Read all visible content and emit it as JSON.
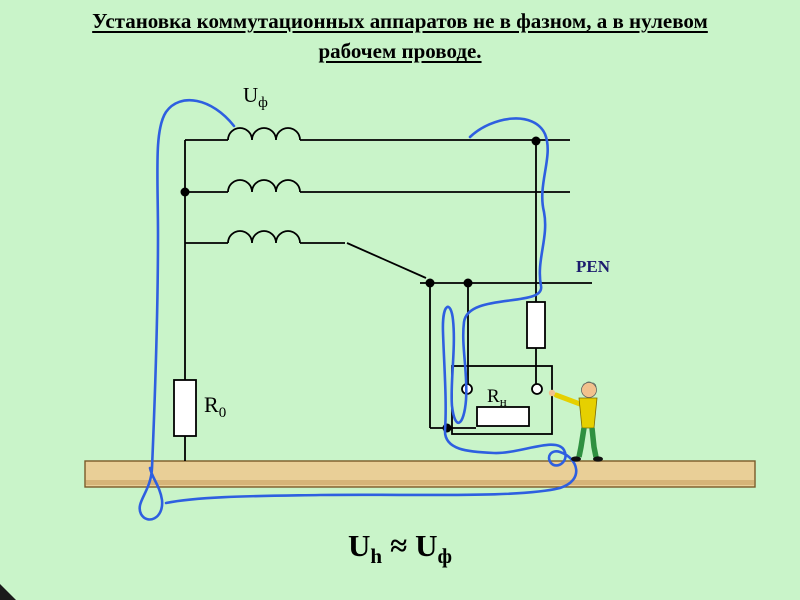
{
  "slide": {
    "title": {
      "line1": "Установка коммутационных аппаратов не в фазном, а в нулевом",
      "line2": "рабочем проводе."
    },
    "diagram": {
      "u_phase": {
        "base": "U",
        "sub": "ф"
      },
      "r0": {
        "base": "R",
        "sub": "0"
      },
      "rn": {
        "base": "R",
        "sub": "н"
      },
      "pen": "PEN"
    },
    "formula": {
      "lhs_base": "U",
      "lhs_sub": "h",
      "relation": "≈",
      "rhs_base": "U",
      "rhs_sub": "ф"
    },
    "colors": {
      "background": "#c9f4c9",
      "wire": "#2e5fe0",
      "beam": "#e9cf97",
      "schematic": "#000000",
      "pen_label": "#1c1c6e"
    }
  }
}
